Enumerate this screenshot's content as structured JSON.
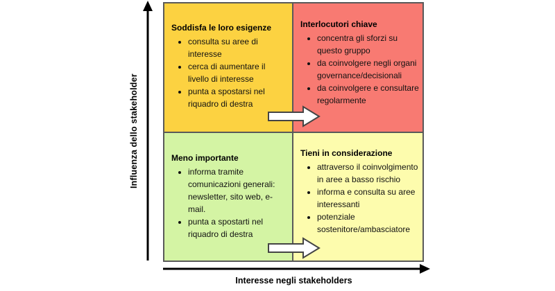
{
  "axes": {
    "y_label": "Influenza dello stakeholder",
    "x_label": "Interesse negli stakeholders"
  },
  "quadrants": {
    "top_left": {
      "title": "Soddisfa le loro esigenze",
      "bullets": [
        "consulta su aree di interesse",
        "cerca di aumentare il livello di interesse",
        "punta a spostarsi nel riquadro di destra"
      ],
      "bg": "#fcd241"
    },
    "top_right": {
      "title": "Interlocutori chiave",
      "bullets": [
        "concentra gli sforzi su questo gruppo",
        "da coinvolgere negli organi governance/decisionali",
        "da coinvolgere e consultare regolarmente"
      ],
      "bg": "#f87a72"
    },
    "bottom_left": {
      "title": "Meno importante",
      "bullets": [
        "informa tramite comunicazioni generali: newsletter, sito web, e-mail.",
        "punta a spostarti nel riquadro di destra"
      ],
      "bg": "#d4f4a4"
    },
    "bottom_right": {
      "title": "Tieni in considerazione",
      "bullets": [
        "attraverso il coinvolgimento in aree a basso rischio",
        "informa e consulta su aree interessanti",
        "potenziale sostenitore/ambasciatore"
      ],
      "bg": "#fdfcad"
    }
  },
  "icons": {
    "quadrant_shift_arrow": "right-block-arrow"
  },
  "colors": {
    "grid_border": "#595959",
    "axis": "#000000",
    "block_arrow_fill": "#ffffff",
    "block_arrow_outline": "#444444",
    "top_left_bg": "#fcd241",
    "top_right_bg": "#f87a72",
    "bottom_left_bg": "#d4f4a4",
    "bottom_right_bg": "#fdfcad"
  }
}
